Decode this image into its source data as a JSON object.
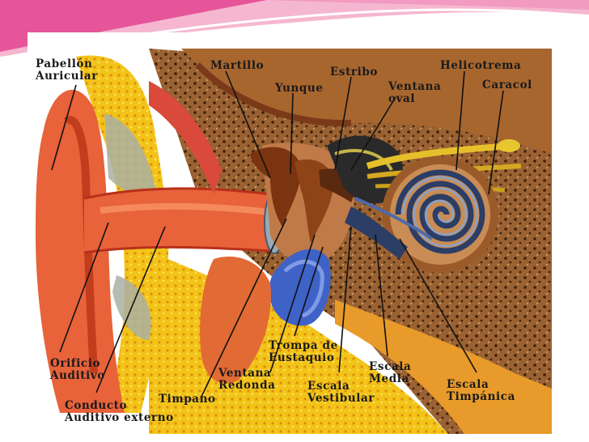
{
  "diagram": {
    "labels": {
      "pabellon": "Pabellón\nAuricular",
      "martillo": "Martillo",
      "yunque": "Yunque",
      "estribo": "Estribo",
      "ventana_oval": "Ventana\noval",
      "helicotrema": "Helicotrema",
      "caracol": "Caracol",
      "orificio": "Orificio\nAuditivo",
      "conducto": "Conducto\nAuditivo externo",
      "timpano": "Timpano",
      "ventana_redonda": "Ventana\nRedonda",
      "trompa": "Trompa de\nEustaquio",
      "escala_vestibular": "Escala\nVestibular",
      "escala_media": "Escala\nMedia",
      "escala_timpanica": "Escala\nTimpánica"
    }
  },
  "colors": {
    "skin": "#e8623a",
    "bone": "#8b5a2b",
    "bone_dark": "#5e3414",
    "cartilage": "#f2c418",
    "cochlea_dark": "#2c3d66",
    "eustachian": "#3f62c7",
    "slide_pink": "#e14b8c"
  }
}
